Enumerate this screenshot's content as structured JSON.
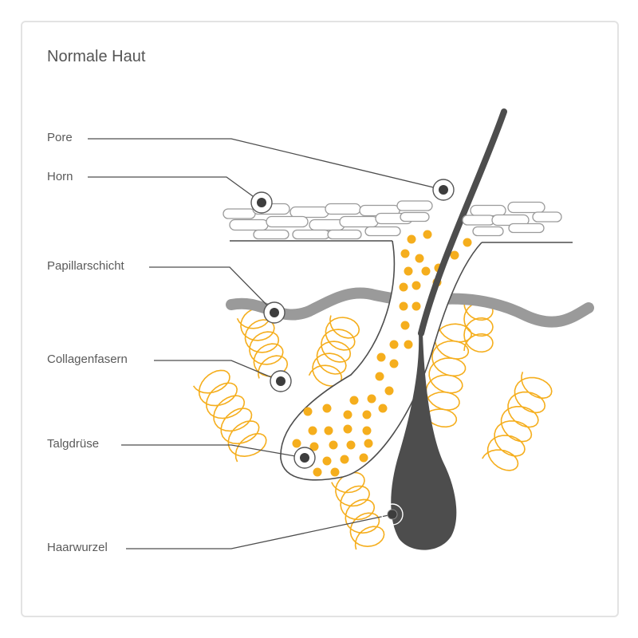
{
  "title": "Normale Haut",
  "labels": {
    "pore": "Pore",
    "horn": "Horn",
    "papillarschicht": "Papillarschicht",
    "collagenfasern": "Collagenfasern",
    "talgdruese": "Talgdrüse",
    "haarwurzel": "Haarwurzel"
  },
  "colors": {
    "accent": "#f5ae1d",
    "dark": "#4d4d4d",
    "mid_gray": "#9a9a9a",
    "light_gray": "#bdbdbd"
  }
}
